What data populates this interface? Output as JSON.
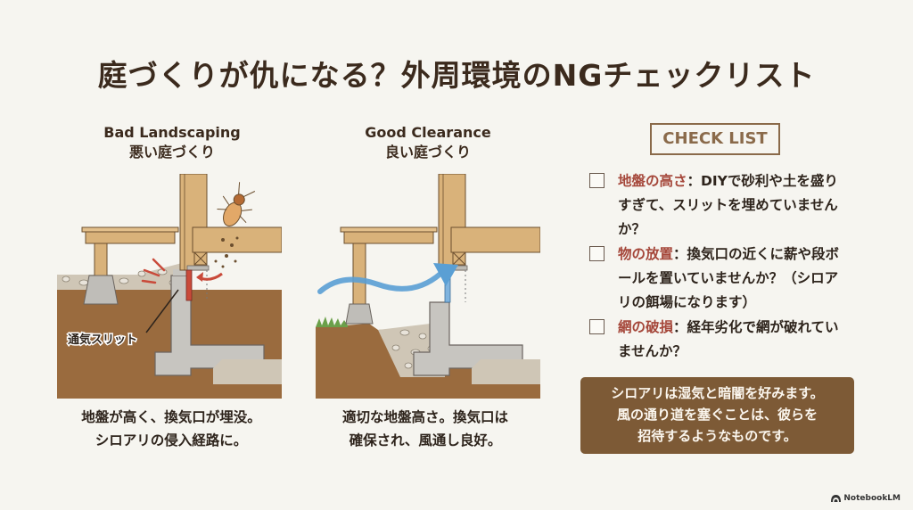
{
  "title": "庭づくりが仇になる？外周環境のNGチェックリスト",
  "panels": [
    {
      "heading_en": "Bad Landscaping",
      "heading_jp": "悪い庭づくり",
      "label": "通気スリット",
      "caption": [
        "地盤が高く、換気口が埋没。",
        "シロアリの侵入経路に。"
      ]
    },
    {
      "heading_en": "Good Clearance",
      "heading_jp": "良い庭づくり",
      "caption": [
        "適切な地盤高さ。換気口は",
        "確保され、風通し良好。"
      ]
    }
  ],
  "checklist": {
    "title": "CHECK LIST",
    "items": [
      {
        "key": "地盤の高さ",
        "text": "：DIYで砂利や土を盛りすぎて、スリットを埋めていませんか？",
        "checked": false
      },
      {
        "key": "物の放置",
        "text": "：換気口の近くに薪や段ボールを置いていませんか？（シロアリの餌場になります）",
        "checked": false
      },
      {
        "key": "網の破損",
        "text": "：経年劣化で網が破れていませんか？",
        "checked": false
      }
    ]
  },
  "note": [
    "シロアリは湿気と暗闇を好みます。",
    "風の通り道を塞ぐことは、彼らを",
    "招待するようなものです。"
  ],
  "brand": "NotebookLM",
  "colors": {
    "background": "#f6f5f0",
    "title": "#3b2a1d",
    "accent_red": "#a5473a",
    "note_bg": "#7d5a36",
    "wood": "#d9b27a",
    "soil": "#9a6b3e",
    "concrete": "#c9c7c2",
    "air_blue": "#5a9fd4"
  }
}
